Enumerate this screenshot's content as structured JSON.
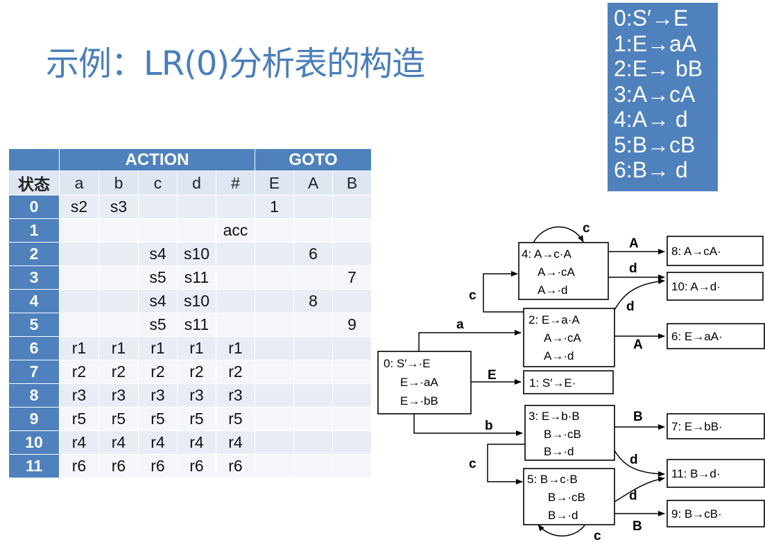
{
  "title": "示例：LR(0)分析表的构造",
  "grammar": [
    "0:S′→E",
    "1:E→aA",
    "2:E→ bB",
    "3:A→cA",
    "4:A→ d",
    "5:B→cB",
    "6:B→ d"
  ],
  "table": {
    "group_headers": {
      "blank": "",
      "action": "ACTION",
      "goto": "GOTO"
    },
    "col_headers": [
      "状态",
      "a",
      "b",
      "c",
      "d",
      "#",
      "E",
      "A",
      "B"
    ],
    "rows": [
      [
        "0",
        "s2",
        "s3",
        "",
        "",
        "",
        "1",
        "",
        ""
      ],
      [
        "1",
        "",
        "",
        "",
        "",
        "acc",
        "",
        "",
        ""
      ],
      [
        "2",
        "",
        "",
        "s4",
        "s10",
        "",
        "",
        "6",
        ""
      ],
      [
        "3",
        "",
        "",
        "s5",
        "s11",
        "",
        "",
        "",
        "7"
      ],
      [
        "4",
        "",
        "",
        "s4",
        "s10",
        "",
        "",
        "8",
        ""
      ],
      [
        "5",
        "",
        "",
        "s5",
        "s11",
        "",
        "",
        "",
        "9"
      ],
      [
        "6",
        "r1",
        "r1",
        "r1",
        "r1",
        "r1",
        "",
        "",
        ""
      ],
      [
        "7",
        "r2",
        "r2",
        "r2",
        "r2",
        "r2",
        "",
        "",
        ""
      ],
      [
        "8",
        "r3",
        "r3",
        "r3",
        "r3",
        "r3",
        "",
        "",
        ""
      ],
      [
        "9",
        "r5",
        "r5",
        "r5",
        "r5",
        "r5",
        "",
        "",
        ""
      ],
      [
        "10",
        "r4",
        "r4",
        "r4",
        "r4",
        "r4",
        "",
        "",
        ""
      ],
      [
        "11",
        "r6",
        "r6",
        "r6",
        "r6",
        "r6",
        "",
        "",
        ""
      ]
    ]
  },
  "states": {
    "s0": [
      "0: S′→·E",
      "E→·aA",
      "E→·bB"
    ],
    "s1": [
      "1: S′→E·"
    ],
    "s2": [
      "2: E→a·A",
      "A→·cA",
      "A→·d"
    ],
    "s3": [
      "3: E→b·B",
      "B→·cB",
      "B→·d"
    ],
    "s4": [
      "4: A→c·A",
      "A→·cA",
      "A→·d"
    ],
    "s5": [
      "5:  B→c·B",
      "B→·cB",
      "B→·d"
    ],
    "s6": [
      "6:  E→aA·"
    ],
    "s7": [
      "7:  E→bB·"
    ],
    "s8": [
      "8:  A→cA·"
    ],
    "s9": [
      "9:  B→cB·"
    ],
    "s10": [
      "10:  A→d·"
    ],
    "s11": [
      "11:  B→d·"
    ]
  },
  "edge_labels": {
    "e0_2": "a",
    "e0_1": "E",
    "e0_3": "b",
    "e2_4": "c",
    "e2_6": "A",
    "e2_10": "d",
    "e4_4": "c",
    "e4_8": "A",
    "e4_10": "d",
    "e3_5": "c",
    "e3_7": "B",
    "e3_11": "d",
    "e5_5": "c",
    "e5_11": "d",
    "e5_9": "B"
  }
}
